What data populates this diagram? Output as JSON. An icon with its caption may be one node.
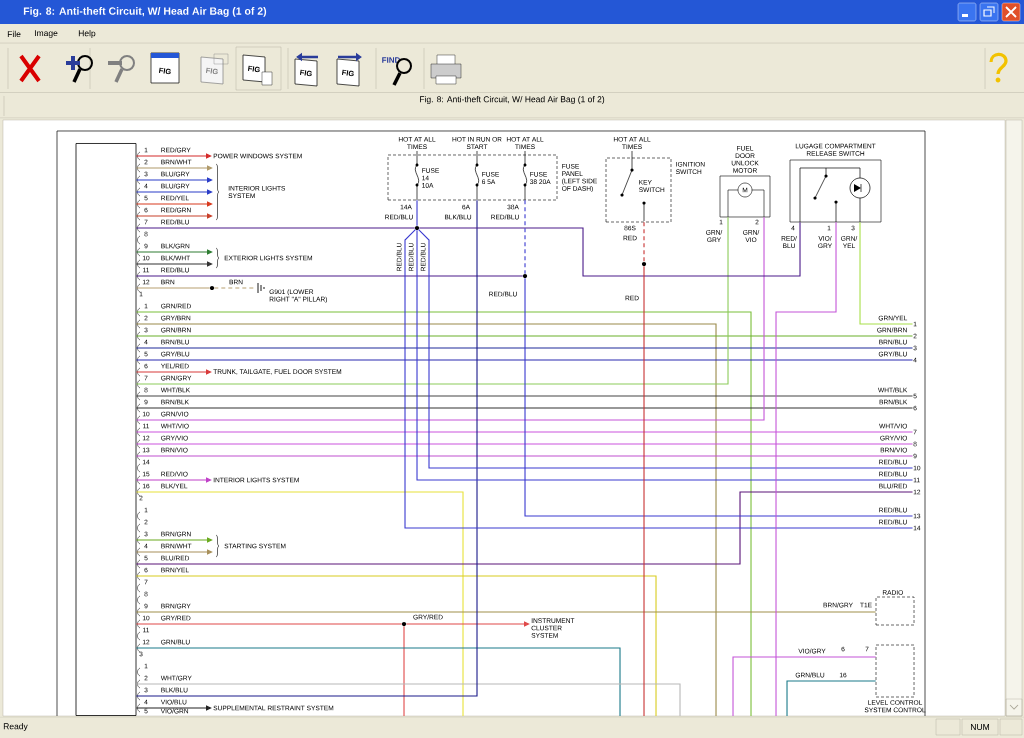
{
  "diagram": {
    "title": "Fig. 8: Anti-theft Circuit, W/ Head Air Bag (1 of 2)",
    "nodes": [
      {
        "text": [],
        "shape": "box"
      },
      {
        "text": [
          "FUSE 14 10A",
          "FUSE 6 5A",
          "FUSE 38 20A"
        ],
        "beside": [
          "HOT AT ALL TIMES",
          "HOT IN RUN OR START",
          "HOT AT ALL TIMES",
          "FUSE PANEL (LEFT SIDE OF DASH)",
          "14A",
          "RED/BLU",
          "6A",
          "BLK/BLU",
          "38A",
          "RED/BLU"
        ]
      },
      {
        "text": [
          "KEY SWITCH"
        ],
        "beside": [
          "HOT AT ALL TIMES",
          "IGNITION SWITCH",
          "86S",
          "RED"
        ]
      },
      {
        "text": [
          "FUEL DOOR UNLOCK MOTOR",
          "M"
        ],
        "beside": [
          "1",
          "GRN/ GRY",
          "2",
          "GRN/ VIO"
        ]
      },
      {
        "text": [
          "LUGAGE COMPARTMENT RELEASE SWITCH"
        ],
        "beside": [
          "4",
          "RED/ BLU",
          "1",
          "VIO/ GRY",
          "3",
          "GRN/ YEL"
        ]
      },
      {
        "text": [
          "RADIO"
        ],
        "beside": [
          "T1E"
        ]
      },
      {
        "text": [
          "LEVEL CONTROL SYSTEM CONTROL"
        ],
        "beside": [
          "6",
          "7",
          "16"
        ]
      },
      {
        "text": [
          "POWER WINDOWS SYSTEM"
        ]
      },
      {
        "text": [
          "INTERIOR LIGHTS SYSTEM"
        ]
      },
      {
        "text": [
          "EXTERIOR LIGHTS SYSTEM"
        ]
      },
      {
        "text": [
          "G901 (LOWER RIGHT \"A\" PILLAR)"
        ]
      },
      {
        "text": [
          "TRUNK, TAILGATE, FUEL DOOR SYSTEM"
        ]
      },
      {
        "text": [
          "INTERIOR LIGHTS SYSTEM"
        ]
      },
      {
        "text": [
          "STARTING SYSTEM"
        ]
      },
      {
        "text": [
          "INSTRUMENT CLUSTER SYSTEM"
        ]
      },
      {
        "text": [
          "SUPPLEMENTAL RESTRAINT SYSTEM"
        ]
      },
      {
        "text": [],
        "shape": "circle"
      },
      {
        "text": [],
        "shape": "circle"
      },
      {
        "text": [],
        "shape": "circle"
      },
      {
        "text": [],
        "shape": "circle"
      },
      {
        "text": [],
        "shape": "circle"
      },
      {
        "text": [
          "1"
        ]
      },
      {
        "text": [
          "2"
        ]
      },
      {
        "text": [
          "3"
        ]
      },
      {
        "text": [
          "4"
        ]
      },
      {
        "text": [
          "5"
        ]
      },
      {
        "text": [
          "6"
        ]
      },
      {
        "text": [
          "7"
        ]
      },
      {
        "text": [
          "8"
        ]
      },
      {
        "text": [
          "9"
        ]
      },
      {
        "text": [
          "10"
        ]
      },
      {
        "text": [
          "11"
        ]
      },
      {
        "text": [
          "12"
        ]
      },
      {
        "text": [
          "13"
        ]
      },
      {
        "text": [
          "14"
        ]
      }
    ],
    "edges": [
      {
        "from": 0,
        "to": 7,
        "arrow": "to",
        "label": "RED/GRY",
        "color": "#d42a2a"
      },
      {
        "from": 0,
        "to": 8,
        "arrow": "to",
        "label": "BRN/WHT",
        "color": "#b09a6a"
      },
      {
        "from": 0,
        "to": 8,
        "arrow": "to",
        "label": "BLU/GRY",
        "color": "#2a3cc8"
      },
      {
        "from": 0,
        "to": 8,
        "arrow": "to",
        "label": "BLU/GRY",
        "color": "#2a3cc8"
      },
      {
        "from": 0,
        "to": 8,
        "arrow": "to",
        "label": "RED/YEL",
        "color": "#d83a1e"
      },
      {
        "from": 0,
        "to": 8,
        "arrow": "to",
        "label": "RED/GRN",
        "color": "#c8402a"
      },
      {
        "from": 0,
        "to": 16,
        "arrow": "none",
        "label": "RED/BLU",
        "color": "#4a1a8a"
      },
      {
        "from": 0,
        "to": 9,
        "arrow": "to",
        "label": "BLK/GRN",
        "color": "#2e7d32"
      },
      {
        "from": 0,
        "to": 9,
        "arrow": "to",
        "label": "BLK/WHT",
        "color": "#333333"
      },
      {
        "from": 0,
        "to": 17,
        "arrow": "none",
        "label": "RED/BLU",
        "color": "#4a1a8a"
      },
      {
        "from": 0,
        "to": 20,
        "arrow": "none",
        "label": "BRN",
        "color": "#b8a070"
      },
      {
        "from": 20,
        "to": 10,
        "arrow": "none",
        "label": "BRN",
        "style": "dashed",
        "color": "#b8a070"
      },
      {
        "from": 0,
        "to": null,
        "arrow": "none",
        "label": "GRN/RED",
        "color": "#7bbf3a"
      },
      {
        "from": 0,
        "to": null,
        "arrow": "none",
        "label": "GRY/BRN",
        "color": "#9a8a4a"
      },
      {
        "from": 0,
        "to": 22,
        "arrow": "none",
        "label": "GRN/BRN",
        "color": "#6ab02a"
      },
      {
        "from": 0,
        "to": 23,
        "arrow": "none",
        "label": "BRN/BLU",
        "color": "#1e2a9a"
      },
      {
        "from": 0,
        "to": 24,
        "arrow": "none",
        "label": "GRY/BLU",
        "color": "#2a2ab0"
      },
      {
        "from": 0,
        "to": 11,
        "arrow": "to",
        "label": "YEL/RED",
        "color": "#d83a3a"
      },
      {
        "from": 0,
        "to": 3,
        "arrow": "none",
        "label": "GRN/GRY",
        "color": "#8ccc5a"
      },
      {
        "from": 0,
        "to": 25,
        "arrow": "none",
        "label": "WHT/BLK",
        "color": "#444444"
      },
      {
        "from": 0,
        "to": 26,
        "arrow": "none",
        "label": "BRN/BLK",
        "color": "#333333"
      },
      {
        "from": 0,
        "to": 3,
        "arrow": "none",
        "label": "GRN/VIO",
        "color": "#c455d8"
      },
      {
        "from": 0,
        "to": 27,
        "arrow": "none",
        "label": "WHT/VIO",
        "color": "#cc55dd"
      },
      {
        "from": 0,
        "to": 28,
        "arrow": "none",
        "label": "GRY/VIO",
        "color": "#cc55dd"
      },
      {
        "from": 0,
        "to": 29,
        "arrow": "none",
        "label": "BRN/VIO",
        "color": "#c050d0"
      },
      {
        "from": 0,
        "to": 12,
        "arrow": "to",
        "label": "RED/VIO",
        "color": "#c040c8"
      },
      {
        "from": 0,
        "to": null,
        "arrow": "none",
        "label": "BLK/YEL",
        "color": "#e8e23a"
      },
      {
        "from": 0,
        "to": 13,
        "arrow": "to",
        "label": "BRN/GRN",
        "color": "#6aaa1e"
      },
      {
        "from": 0,
        "to": 13,
        "arrow": "to",
        "label": "BRN/WHT",
        "color": "#a8905a"
      },
      {
        "from": 0,
        "to": 32,
        "arrow": "none",
        "label": "BLU/RED",
        "color": "#5a1478"
      },
      {
        "from": 0,
        "to": null,
        "arrow": "none",
        "label": "BRN/YEL",
        "color": "#d8cc1e"
      },
      {
        "from": 0,
        "to": 5,
        "arrow": "none",
        "label": "BRN/GRY",
        "color": "#a0904a"
      },
      {
        "from": 0,
        "to": 19,
        "arrow": "none",
        "label": "GRY/RED",
        "color": "#e04848"
      },
      {
        "from": 19,
        "to": 14,
        "arrow": "to",
        "label": "GRY/RED",
        "color": "#e04848"
      },
      {
        "from": 19,
        "to": null,
        "arrow": "none",
        "color": "#e04848"
      },
      {
        "from": 0,
        "to": null,
        "arrow": "none",
        "label": "GRN/BLU",
        "color": "#1a7a8a"
      },
      {
        "from": 0,
        "to": null,
        "arrow": "none",
        "label": "WHT/GRY",
        "color": "#b8b8b8"
      },
      {
        "from": 0,
        "to": 1,
        "arrow": "none",
        "label": "BLK/BLU",
        "color": "#1a1a8a"
      },
      {
        "from": 0,
        "to": 15,
        "arrow": "to",
        "label": "VIO/BLU",
        "color": "#222222"
      },
      {
        "from": 1,
        "to": 16,
        "arrow": "none",
        "color": "#3a3ad0"
      },
      {
        "from": 16,
        "to": 4,
        "arrow": "none",
        "color": "#4a1a8a"
      },
      {
        "from": 16,
        "to": 34,
        "arrow": "none",
        "label": "RED/BLU",
        "color": "#3a3ad0"
      },
      {
        "from": 16,
        "to": 31,
        "arrow": "none",
        "label": "RED/BLU",
        "color": "#3a3ad0"
      },
      {
        "from": 16,
        "to": 30,
        "arrow": "none",
        "label": "RED/BLU",
        "color": "#3a3ad0"
      },
      {
        "from": 1,
        "to": 17,
        "arrow": "none",
        "style": "dashed",
        "color": "#3a3ad0"
      },
      {
        "from": 17,
        "to": 33,
        "arrow": "none",
        "label": "RED/BLU",
        "color": "#3a3ad0"
      },
      {
        "from": 2,
        "to": 18,
        "arrow": "none",
        "style": "dashed",
        "color": "#c83232"
      },
      {
        "from": 18,
        "to": null,
        "arrow": "none",
        "label": "RED",
        "color": "#c83232"
      },
      {
        "from": 4,
        "to": null,
        "arrow": "none",
        "color": "#c455d8"
      },
      {
        "from": 4,
        "to": 21,
        "arrow": "none",
        "color": "#a8e04a"
      },
      {
        "from": null,
        "to": 6,
        "arrow": "none",
        "label": "VIO/GRY",
        "color": "#c455d8"
      },
      {
        "from": null,
        "to": 6,
        "arrow": "none",
        "label": "GRN/BLU",
        "color": "#1a7a8a"
      }
    ],
    "labels": [
      "Fig. 8: Anti-theft Circuit, W/ Head Air Bag (1 of 2)",
      "File",
      "Image",
      "Help",
      "FIG",
      "FIG",
      "FIG",
      "FIG",
      "FIG",
      "FIND",
      "Ready",
      "NUM",
      "1",
      "2",
      "3",
      "4",
      "5",
      "6",
      "7",
      "8",
      "9",
      "10",
      "11",
      "12",
      "1",
      "1",
      "2",
      "3",
      "4",
      "5",
      "6",
      "7",
      "8",
      "9",
      "10",
      "11",
      "12",
      "13",
      "14",
      "15",
      "16",
      "2",
      "1",
      "2",
      "3",
      "4",
      "5",
      "6",
      "7",
      "8",
      "9",
      "10",
      "11",
      "12",
      "3",
      "1",
      "2",
      "3",
      "4",
      "5",
      "VIO/GRN",
      "GRN/YEL",
      "GRN/BRN",
      "BRN/BLU",
      "GRY/BLU",
      "WHT/BLK",
      "BRN/BLK",
      "WHT/VIO",
      "GRY/VIO",
      "BRN/VIO",
      "RED/BLU",
      "RED/BLU",
      "BLU/RED",
      "RED/BLU",
      "RED/BLU",
      "BRN/GRY"
    ]
  }
}
